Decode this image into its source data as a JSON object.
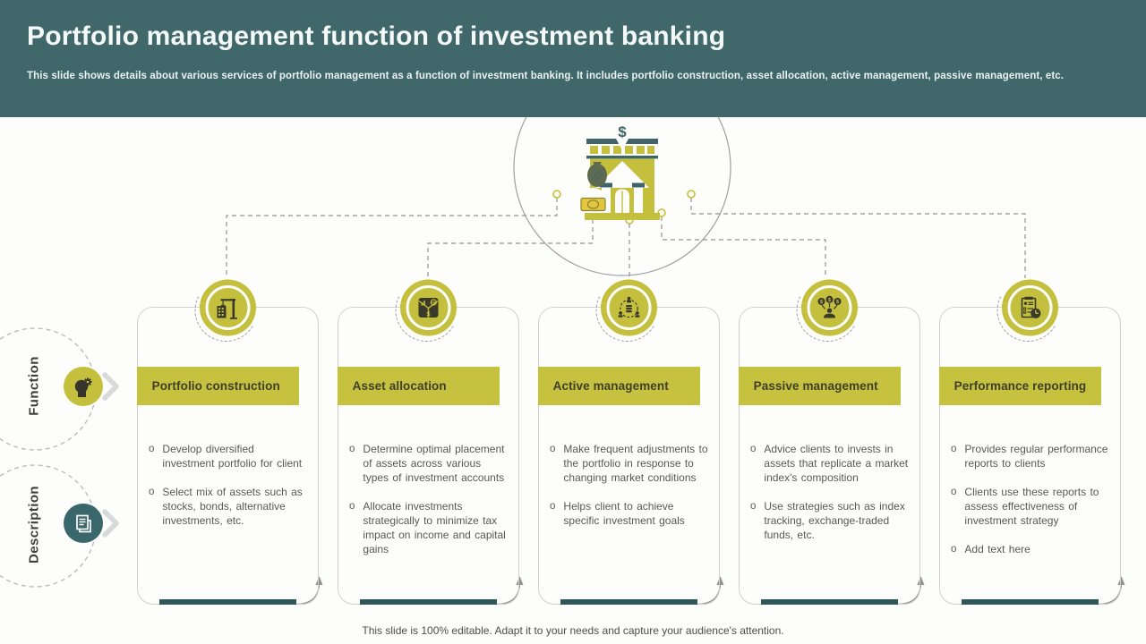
{
  "slide": {
    "title": "Portfolio management function of investment banking",
    "subtitle": "This slide shows details about various services of portfolio management as a function of investment banking. It includes portfolio construction, asset allocation, active management, passive management, etc.",
    "footer": "This slide is 100% editable. Adapt it to your needs and capture your audience's attention."
  },
  "bullet_marker": "o",
  "center_icon": "bank-icon",
  "side_labels": [
    {
      "label": "Function",
      "icon": "head-gear-icon"
    },
    {
      "label": "Description",
      "icon": "report-icon"
    }
  ],
  "columns": [
    {
      "title": "Portfolio construction",
      "icon": "construction-crane-icon",
      "bullets": [
        "Develop diversified investment portfolio for client",
        "Select mix of assets such as stocks, bonds, alternative investments, etc."
      ]
    },
    {
      "title": "Asset allocation",
      "icon": "asset-allocation-icon",
      "bullets": [
        "Determine optimal placement of assets across various types of investment accounts",
        "Allocate investments strategically to minimize tax impact on income and capital gains"
      ]
    },
    {
      "title": "Active management",
      "icon": "active-management-icon",
      "bullets": [
        "Make frequent adjustments to the portfolio in response to changing market conditions",
        "Helps client to achieve specific investment goals"
      ]
    },
    {
      "title": "Passive management",
      "icon": "passive-management-icon",
      "bullets": [
        "Advice clients to invests in assets that replicate a market index's composition",
        "Use strategies such as index tracking, exchange-traded funds, etc."
      ]
    },
    {
      "title": "Performance reporting",
      "icon": "performance-reporting-icon",
      "bullets": [
        "Provides regular performance reports to clients",
        "Clients use these reports to assess effectiveness of investment strategy",
        "Add text here"
      ]
    }
  ],
  "colors": {
    "header_teal": "#40686b",
    "accent_olive": "#c4c03e",
    "dark_teal": "#2f5659",
    "body_text": "#58585a",
    "connector_gray": "#8f9494"
  }
}
